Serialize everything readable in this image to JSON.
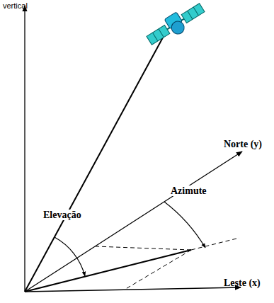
{
  "diagram": {
    "labels": [
      "vertical",
      "Elevação",
      "Azimute",
      "Norte (y)",
      "Leste (x)"
    ]
  }
}
